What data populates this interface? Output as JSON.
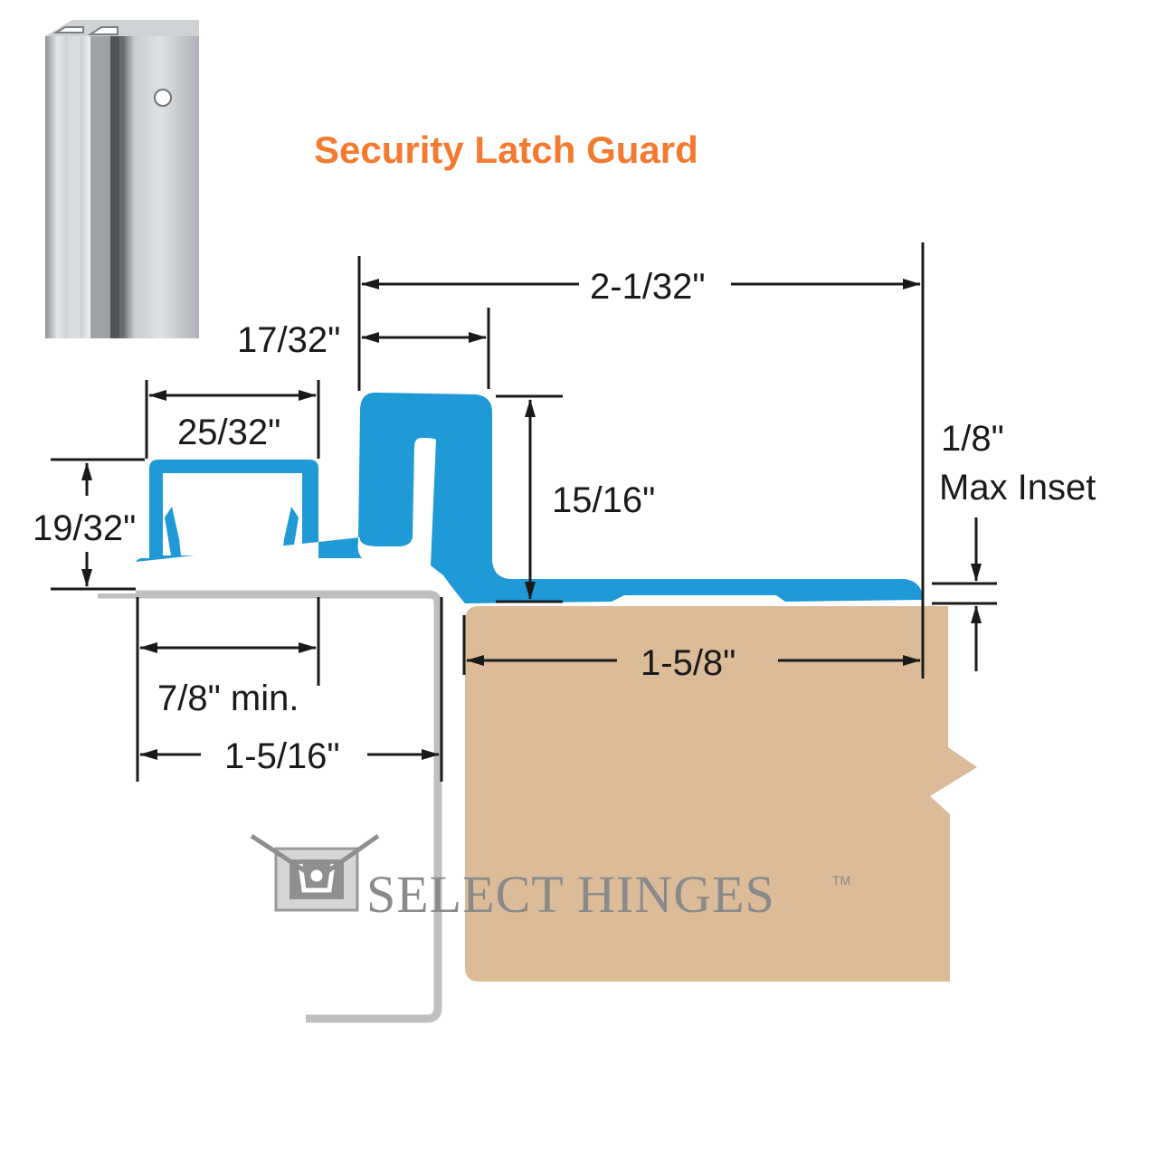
{
  "title": "Security Latch Guard",
  "brand": {
    "name": "SELECT HINGES",
    "trademark": "TM"
  },
  "colors": {
    "title": "#f47a30",
    "profile": "#1f9ad6",
    "door": "#dbbb98",
    "frame": "#bfbfbf",
    "dimension": "#1a1a1a",
    "brand": "#8a8a8a"
  },
  "icons": {
    "product_photo": "aluminum-extrusion-photo",
    "brand_logo": "select-hinges-logo-icon"
  },
  "dimensions": {
    "overall_width": "2-1/32\"",
    "gap_width": "17/32\"",
    "channel_width": "25/32\"",
    "channel_height": "19/32\"",
    "lip_height": "15/16\"",
    "inset_label_1": "1/8\"",
    "inset_label_2": "Max Inset",
    "door_width": "1-5/8\"",
    "min_width": "7/8\" min.",
    "frame_width": "1-5/16\""
  }
}
